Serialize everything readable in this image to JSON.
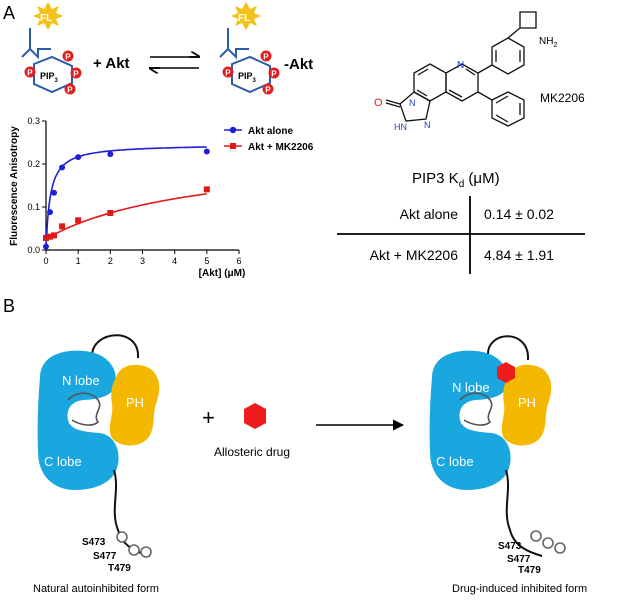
{
  "panel_a": {
    "label": "A",
    "fl_label": "FL",
    "pip3_label": "PIP",
    "pip3_sub": "3",
    "p_label": "P",
    "plus_akt": "+ Akt",
    "minus_akt": "-Akt",
    "nh2": "NH",
    "nh2_sub": "2",
    "n_label": "N",
    "o_label": "O",
    "hn_label": "HN",
    "compound_name": "MK2206",
    "table": {
      "title_main": "PIP3 K",
      "title_sub": "d",
      "title_unit": " (μM)",
      "rows": [
        {
          "name": "Akt alone",
          "value": "0.14 ± 0.02"
        },
        {
          "name": "Akt + MK2206",
          "value": "4.84 ± 1.91"
        }
      ]
    }
  },
  "chart_data": {
    "type": "scatter",
    "xlabel": "[Akt] (μM)",
    "ylabel": "Fluorescence Anisotropy",
    "xlim": [
      0,
      6
    ],
    "ylim": [
      0,
      0.3
    ],
    "xticks": [
      "0",
      "1",
      "2",
      "3",
      "4",
      "5",
      "6"
    ],
    "yticks": [
      "0.0",
      "0.1",
      "0.2",
      "0.3"
    ],
    "legend_position": "top-right",
    "series": [
      {
        "name": "Akt alone",
        "color": "#1f1fd6",
        "marker": "circle",
        "x": [
          0,
          0.125,
          0.25,
          0.5,
          1,
          2,
          5
        ],
        "y": [
          0.008,
          0.088,
          0.133,
          0.192,
          0.216,
          0.223,
          0.229
        ],
        "fit": {
          "bmax": 0.238,
          "kd": 0.14,
          "y0": 0.008
        }
      },
      {
        "name": "Akt + MK2206",
        "color": "#e01818",
        "marker": "square",
        "x": [
          0,
          0.125,
          0.25,
          0.5,
          1,
          2,
          5
        ],
        "y": [
          0.028,
          0.031,
          0.034,
          0.055,
          0.069,
          0.086,
          0.141
        ],
        "fit": {
          "bmax": 0.206,
          "kd": 4.84,
          "y0": 0.026
        }
      }
    ]
  },
  "panel_b": {
    "label": "B",
    "n_lobe": "N lobe",
    "c_lobe": "C lobe",
    "ph": "PH",
    "plus": "+",
    "drug_label": "Allosteric drug",
    "s473": "S473",
    "s477": "S477",
    "t479": "T479",
    "left_caption": "Natural autoinhibited form",
    "right_caption": "Drug-induced inhibited form",
    "colors": {
      "lobe": "#1aa7e0",
      "ph": "#f5b800",
      "drug": "#ee1c1c"
    }
  }
}
